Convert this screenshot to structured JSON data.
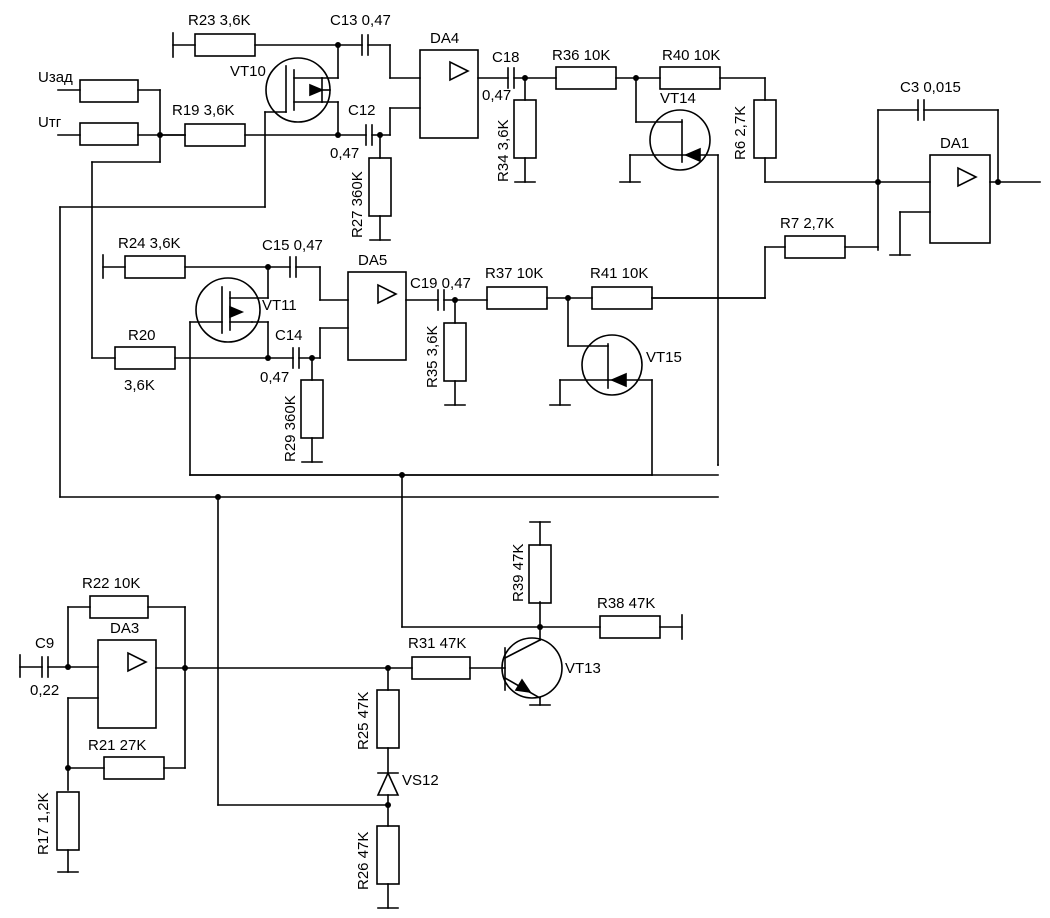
{
  "labels": {
    "uzad": "Uзад",
    "utg": "Uтг",
    "r23": "R23 3,6K",
    "c13": "C13 0,47",
    "da4": "DA4",
    "c18": "C18",
    "r36": "R36 10K",
    "r40": "R40 10K",
    "c3": "C3 0,015",
    "vt10": "VT10",
    "r19": "R19  3,6K",
    "c12": "C12",
    "c12_val": "0,47",
    "c18_val": "0,47",
    "vt14": "VT14",
    "r6": "R6 2,7K",
    "da1": "DA1",
    "r34": "R34 3,6K",
    "r27": "R27 360K",
    "r7": "R7   2,7K",
    "r24": "R24 3,6K",
    "c15": "C15 0,47",
    "da5": "DA5",
    "vt11": "VT11",
    "c19": "C19 0,47",
    "r37": "R37 10K",
    "r41": "R41 10K",
    "r20": "R20",
    "r20_val": "3,6K",
    "c14": "C14",
    "c14_val": "0,47",
    "r35": "R35 3,6K",
    "vt15": "VT15",
    "r29": "R29 360K",
    "r39": "R39 47K",
    "r38": "R38 47K",
    "r22": "R22 10K",
    "c9": "C9",
    "c9_val": "0,22",
    "da3": "DA3",
    "r31": "R31 47K",
    "vt13": "VT13",
    "r25": "R25 47K",
    "vs12": "VS12",
    "r21": "R21  27K",
    "r17": "R17 1,2K",
    "r26": "R26 47K"
  }
}
